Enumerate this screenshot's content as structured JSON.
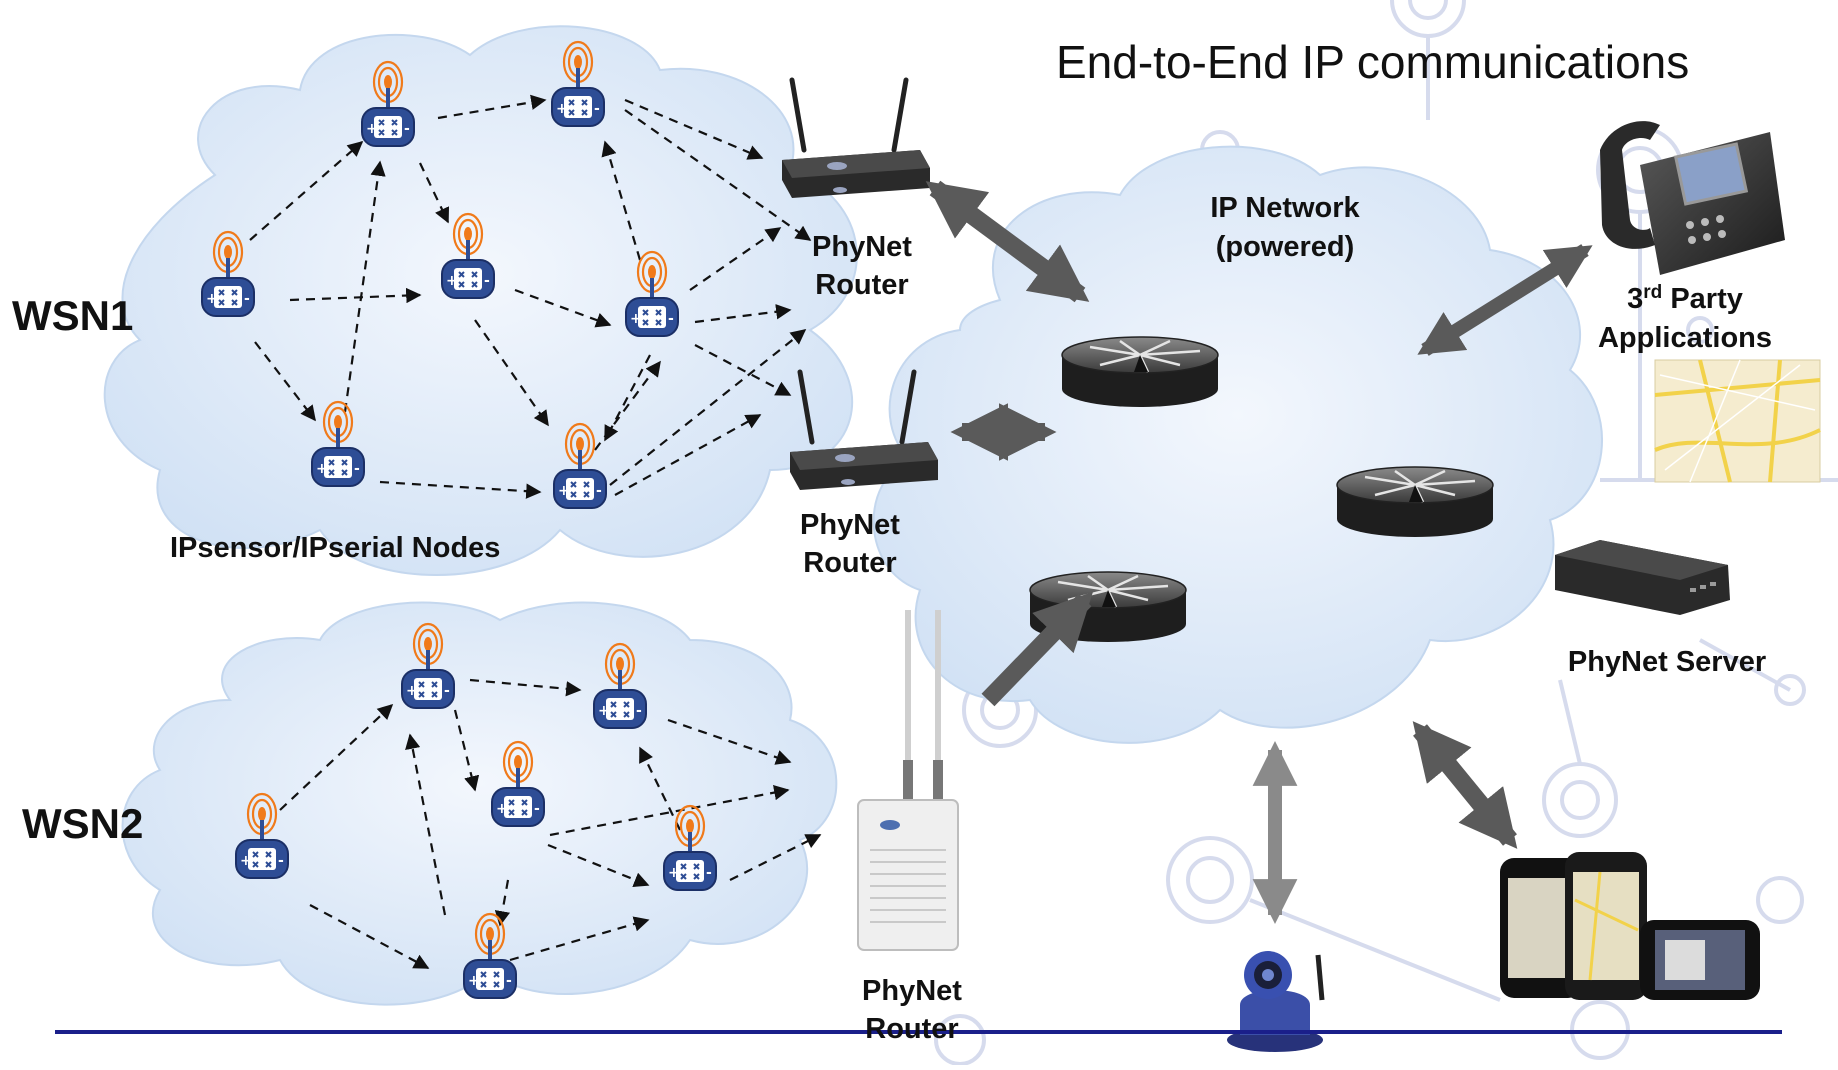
{
  "title": "End-to-End IP communications",
  "networks": {
    "wsn1": "WSN1",
    "wsn2": "WSN2",
    "nodes_caption": "IPsensor/IPserial Nodes"
  },
  "ip_network": {
    "line1": "IP Network",
    "line2": "(powered)"
  },
  "routers": [
    {
      "line1": "PhyNet",
      "line2": "Router"
    },
    {
      "line1": "PhyNet",
      "line2": "Router"
    },
    {
      "line1": "PhyNet",
      "line2": "Router"
    }
  ],
  "third_party": {
    "prefix": "3",
    "superscript": "rd",
    "suffix": " Party",
    "line2": "Applications"
  },
  "server": "PhyNet Server",
  "colors": {
    "cloud_fill": "#dbe8f7",
    "cloud_stroke": "#c4d7ee",
    "node_blue": "#2e4d95",
    "antenna_orange": "#f07a1a",
    "arrow_gray": "#5a5a5a",
    "footer_line": "#1a1f8a",
    "background_deco": "#cfd5ea"
  },
  "icons": [
    "sensor-node-icon",
    "wireless-router-icon",
    "outdoor-router-icon",
    "core-router-icon",
    "ip-phone-icon",
    "map-icon",
    "server-icon",
    "smartphone-icon",
    "ip-camera-icon"
  ]
}
